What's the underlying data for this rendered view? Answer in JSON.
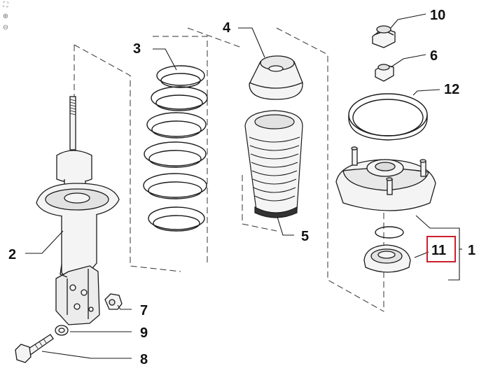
{
  "toolbar": {
    "fit_icon": "fit-to-window-icon",
    "zoom_in_icon": "zoom-in-icon",
    "zoom_out_icon": "zoom-out-icon",
    "fit_glyph": "⛶",
    "zoom_in_glyph": "⊕",
    "zoom_out_glyph": "⊖"
  },
  "callouts": {
    "c1": "1",
    "c2": "2",
    "c3": "3",
    "c4": "4",
    "c5": "5",
    "c6": "6",
    "c7": "7",
    "c8": "8",
    "c9": "9",
    "c10": "10",
    "c11": "11",
    "c12": "12"
  },
  "highlight": {
    "selected_callout": "11",
    "color": "#cc1e2e"
  },
  "colors": {
    "line": "#1a1a1a",
    "part_fill": "#f4f4f4",
    "shade": "#d8d8d8"
  }
}
